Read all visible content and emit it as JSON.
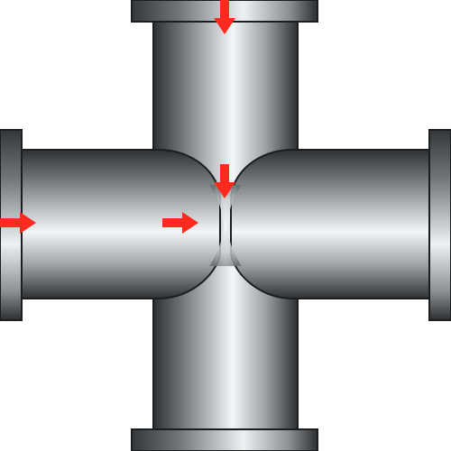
{
  "diagram": {
    "subject": "pipe-cross-fitting",
    "colors": {
      "background": "#ffffff",
      "metal_dark": "#2e3133",
      "metal_mid": "#8a8f93",
      "metal_light": "#f3f6f7",
      "outline": "#1b1d1e",
      "arrow": "#ff2a1f"
    },
    "arrows": [
      {
        "id": "top-inlet",
        "direction": "down"
      },
      {
        "id": "left-inlet",
        "direction": "right"
      },
      {
        "id": "center-right",
        "direction": "right"
      },
      {
        "id": "center-down",
        "direction": "down"
      }
    ]
  }
}
